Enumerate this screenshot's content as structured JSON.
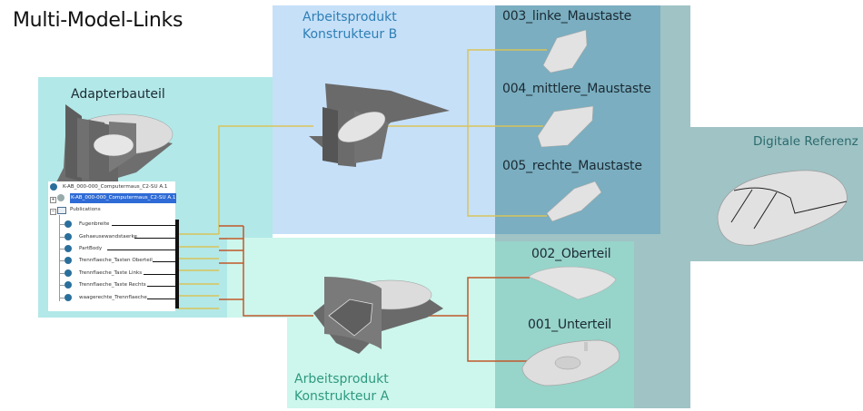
{
  "title": "Multi-Model-Links",
  "colors": {
    "adapter_bg": "#b2e8e8",
    "konstrukteur_b_bg": "#c6e0f8",
    "konstrukteur_a_bg": "#cdf6ec",
    "digitale_referenz_bg": "#a0c3c5",
    "buttons_group_bg": "#7aaec0",
    "housing_group_bg": "#97d4ca",
    "link_b_line": "#d8c45a",
    "link_a_line": "#c0582a",
    "konstrukteur_b_text": "#2f7fb5",
    "konstrukteur_a_text": "#2e9a80",
    "digitale_referenz_text": "#2b6b6e"
  },
  "regions": {
    "adapter": {
      "label": "Adapterbauteil"
    },
    "konstrukteur_b": {
      "label_line1": "Arbeitsprodukt",
      "label_line2": "Konstrukteur B"
    },
    "konstrukteur_a": {
      "label_line1": "Arbeitsprodukt",
      "label_line2": "Konstrukteur A"
    },
    "digitale_referenz": {
      "label": "Digitale Referenz"
    }
  },
  "parts": {
    "linke_maustaste": "003_linke_Maustaste",
    "mittlere_maustaste": "004_mittlere_Maustaste",
    "rechte_maustaste": "005_rechte_Maustaste",
    "oberteil": "002_Oberteil",
    "unterteil": "001_Unterteil"
  },
  "tree": {
    "root": "K-AB_000-000_Computermaus_C2-SU A.1",
    "selected": "K-AB_000-000_Computermaus_C2-SU A.1",
    "publications_folder": "Publications",
    "publications": [
      "Fugenbreite",
      "Gehaeusewandstaerke",
      "PartBody",
      "Trennflaeche_Tasten Oberteil",
      "Trennflaeche_Taste Links",
      "Trennflaeche_Taste Rechts",
      "waagerechte_Trennflaeche"
    ]
  },
  "icons": {
    "root": "product-icon",
    "selected": "part-icon",
    "folder": "folder-icon",
    "publication": "publication-icon"
  }
}
